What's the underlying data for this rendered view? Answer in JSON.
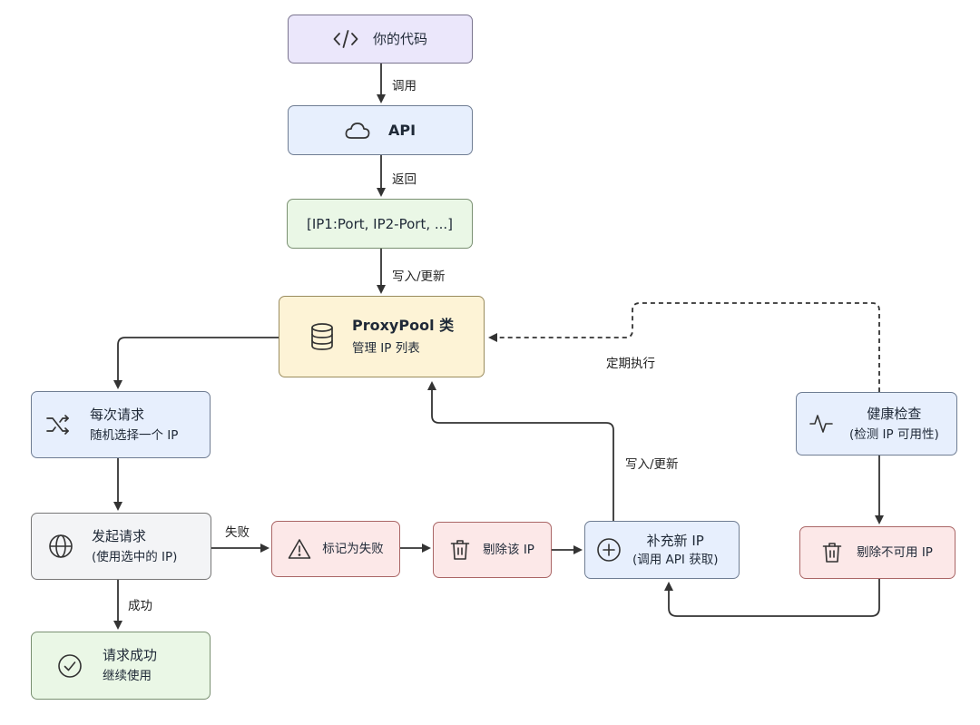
{
  "nodes": {
    "code": {
      "label": "你的代码"
    },
    "api": {
      "label": "API"
    },
    "iplist": {
      "label": "[IP1:Port, IP2-Port, ...]"
    },
    "proxypool": {
      "title": "ProxyPool 类",
      "subtitle": "管理 IP 列表"
    },
    "each_req": {
      "title": "每次请求",
      "subtitle": "随机选择一个 IP"
    },
    "send_req": {
      "title": "发起请求",
      "subtitle": "(使用选中的 IP)"
    },
    "success": {
      "title": "请求成功",
      "subtitle": "继续使用"
    },
    "mark_fail": {
      "label": "标记为失败"
    },
    "remove_ip": {
      "label": "剔除该 IP"
    },
    "replenish": {
      "title": "补充新 IP",
      "subtitle": "(调用 API 获取)"
    },
    "health": {
      "title": "健康检查",
      "subtitle": "(检测 IP 可用性)"
    },
    "remove_bad": {
      "label": "剔除不可用 IP"
    }
  },
  "edges": {
    "call": "调用",
    "return": "返回",
    "write_update_1": "写入/更新",
    "write_update_2": "写入/更新",
    "scheduled": "定期执行",
    "fail": "失败",
    "succeed": "成功"
  },
  "icons": {
    "code": "code-brackets-icon",
    "api": "cloud-icon",
    "proxypool": "database-icon",
    "each_req": "shuffle-icon",
    "send_req": "globe-icon",
    "success": "check-circle-icon",
    "mark_fail": "warning-triangle-icon",
    "remove_ip": "trash-icon",
    "replenish": "plus-circle-icon",
    "health": "heartbeat-icon",
    "remove_bad": "trash-icon"
  },
  "colors": {
    "purple": "#ebe7fb",
    "blue": "#e7effd",
    "green": "#eaf7e6",
    "yellow": "#fdf3d6",
    "gray": "#f3f4f6",
    "red": "#fce8e8"
  }
}
